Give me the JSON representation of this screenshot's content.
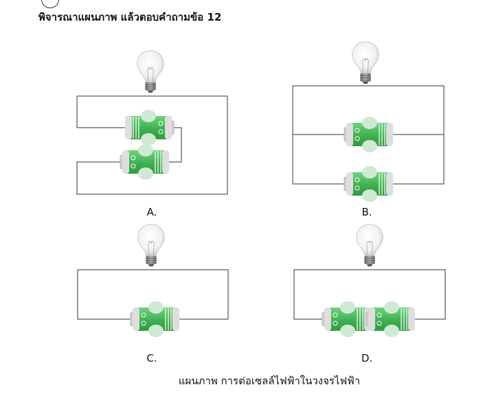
{
  "instruction": "พิจารณาแผนภาพ แล้วตอบคำถามข้อ 12",
  "options": [
    {
      "label": "A.",
      "cells": 2,
      "arrangement": "series"
    },
    {
      "label": "B.",
      "cells": 2,
      "arrangement": "parallel"
    },
    {
      "label": "C.",
      "cells": 1,
      "arrangement": "single"
    },
    {
      "label": "D.",
      "cells": 2,
      "arrangement": "series"
    }
  ],
  "caption": "แผนภาพ การต่อเซลล์ไฟฟ้าในวงจรไฟฟ้า",
  "colors": {
    "battery_green": "#4cbc5c",
    "battery_cap": "#dcdcdc",
    "wire": "#333333",
    "bulb_base": "#8a8a8a"
  },
  "icons": [
    "light-bulb-icon",
    "battery-icon"
  ]
}
